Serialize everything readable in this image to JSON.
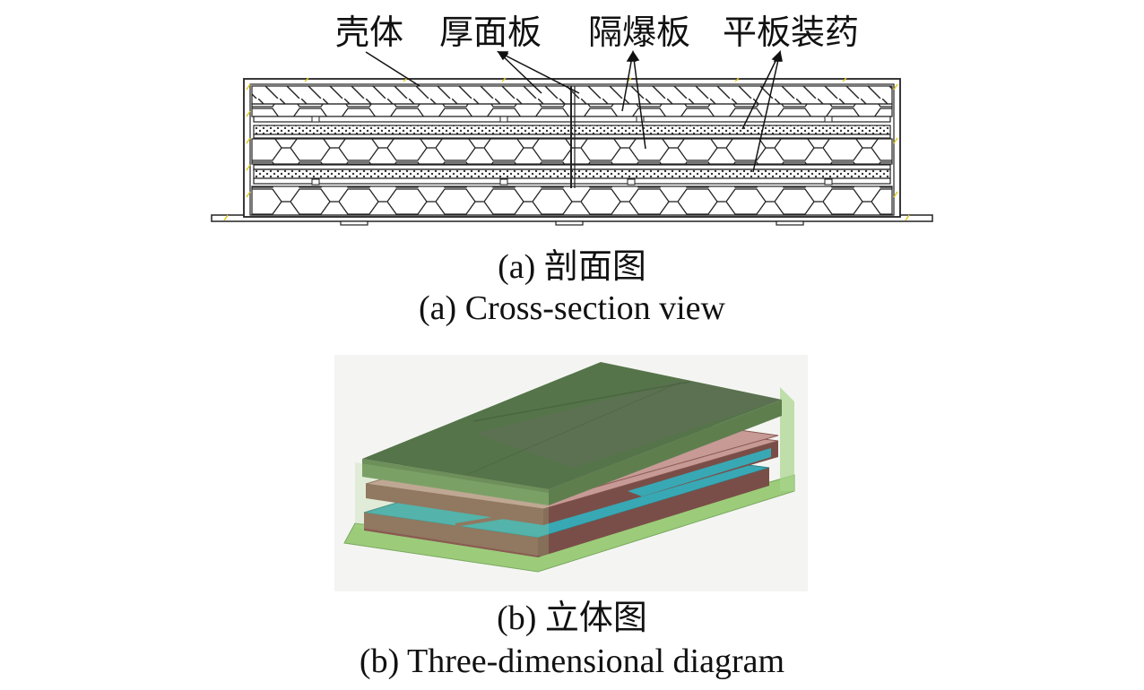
{
  "cross_section": {
    "labels": {
      "shell": "壳体",
      "thick_panel": "厚面板",
      "blast_plate": "隔爆板",
      "flat_charge": "平板装药"
    },
    "caption_cn": "(a) 剖面图",
    "caption_en": "(a) Cross-section view"
  },
  "three_d": {
    "caption_cn": "(b) 立体图",
    "caption_en": "(b) Three-dimensional diagram",
    "colors": {
      "shell": "#9ccc7a",
      "top_panel": "#55744a",
      "top_panel_right": "#627058",
      "side_panel": "#8a5a52",
      "plate": "#c79a96",
      "charge": "#38a8b4"
    }
  }
}
